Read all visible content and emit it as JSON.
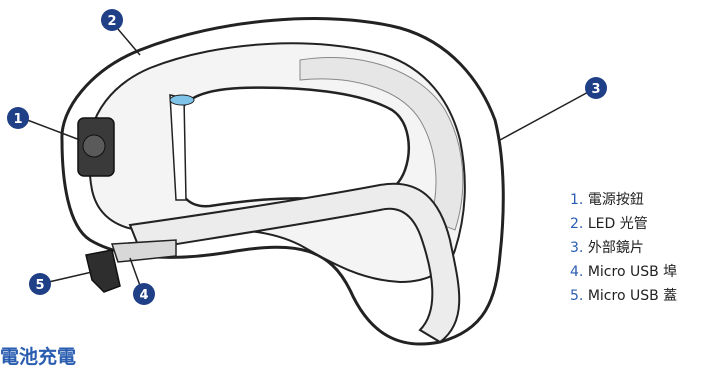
{
  "callouts": [
    {
      "number": "1",
      "label": "電源按鈕"
    },
    {
      "number": "2",
      "label": "LED 光管"
    },
    {
      "number": "3",
      "label": "外部鏡片"
    },
    {
      "number": "4",
      "label": "Micro USB 埠"
    },
    {
      "number": "5",
      "label": "Micro USB 蓋"
    }
  ],
  "legend_separator": ".",
  "section_title": "電池充電",
  "colors": {
    "accent": "#2a5db0",
    "callout_fill": "#1f3f86",
    "line": "#222222"
  }
}
